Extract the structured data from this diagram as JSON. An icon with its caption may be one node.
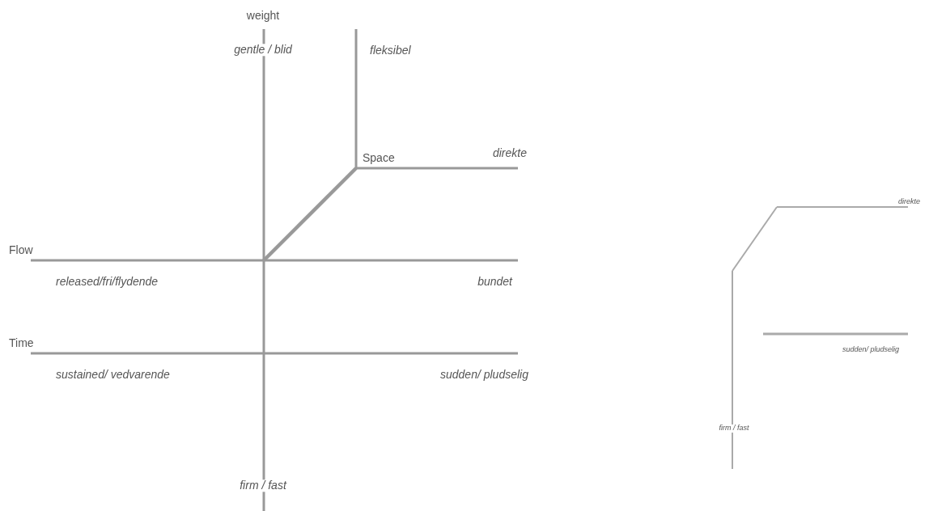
{
  "diagram": {
    "labels": [
      "weight",
      "gentle / blid",
      "fleksibel",
      "Space",
      "direkte",
      "Flow",
      "released/fri/flydende",
      "bundet",
      "Time",
      "sustained/ vedvarende",
      "sudden/ pludselig",
      "firm / fast",
      "direkte",
      "sudden/ pludselig",
      "firm / fast"
    ]
  }
}
